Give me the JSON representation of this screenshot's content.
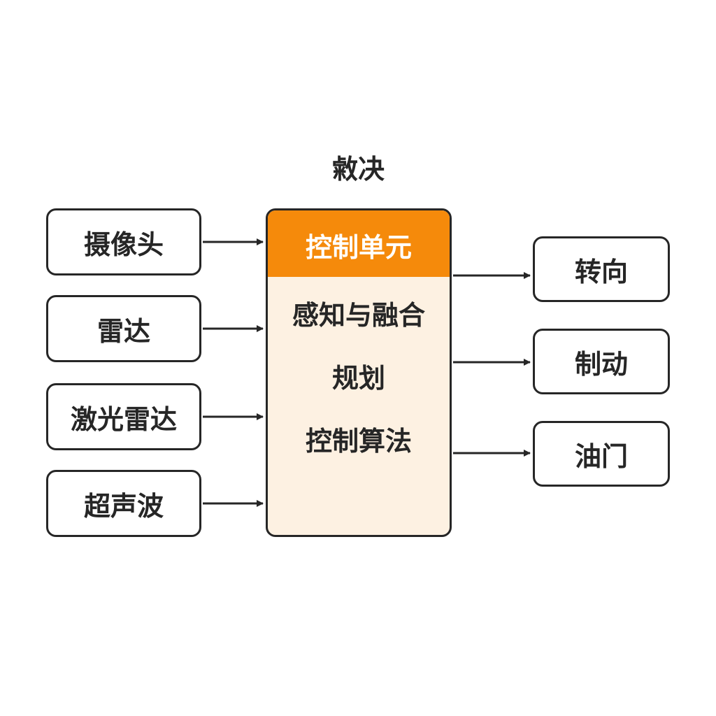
{
  "diagram": {
    "title": "敹决",
    "inputs": [
      "摄像头",
      "雷达",
      "激光雷达",
      "超声波"
    ],
    "controller": {
      "header": "控制单元",
      "items": [
        "感知与融合",
        "规划",
        "控制算法"
      ]
    },
    "outputs": [
      "转向",
      "制动",
      "油门"
    ],
    "colors": {
      "header": "#f58a0b",
      "body": "#fdf1e2",
      "border": "#262626"
    }
  }
}
